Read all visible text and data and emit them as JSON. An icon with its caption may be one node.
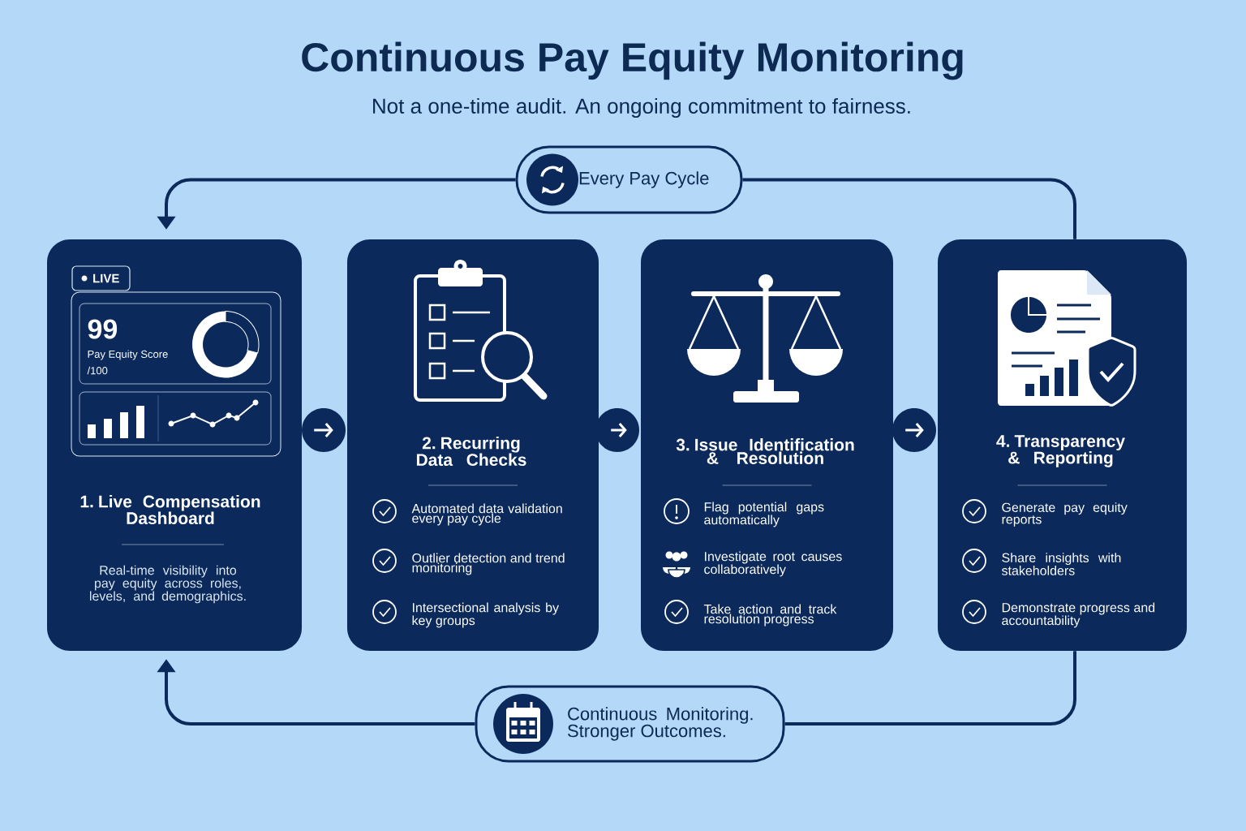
{
  "diagram": {
    "title": "Continuous Pay Equity Monitoring",
    "nodes": [
      {
        "text": [
          "Every Pay Cycle"
        ]
      },
      {
        "text": [
          "1. Live Compensation Dashboard",
          "Real-time visibility into pay equity across roles, levels, and demographics."
        ]
      },
      {
        "text": [
          "LIVE"
        ],
        "in": 1
      },
      {
        "text": [
          "99",
          "Pay Equity Score",
          "/100"
        ],
        "in": 1
      },
      {
        "text": [
          "2. Recurring Data Checks",
          "Automated data validation every pay cycle",
          "Outlier detection and trend monitoring",
          "Intersectional analysis by key groups"
        ]
      },
      {
        "text": [
          "3. Issue Identification & Resolution",
          "Flag potential gaps automatically",
          "Investigate root causes collaboratively",
          "Take action and track resolution progress"
        ]
      },
      {
        "text": [
          "4. Transparency & Reporting",
          "Generate pay equity reports",
          "Share insights with stakeholders",
          "Demonstrate progress and accountability"
        ]
      },
      {
        "text": [
          "Continuous Monitoring. Stronger Outcomes."
        ]
      }
    ],
    "edges": [
      {
        "from": 1,
        "to": 4,
        "arrow": "to",
        "color": "#ffffff"
      },
      {
        "from": 4,
        "to": 5,
        "arrow": "to",
        "color": "#ffffff"
      },
      {
        "from": 5,
        "to": 6,
        "arrow": "to",
        "color": "#ffffff"
      },
      {
        "from": 6,
        "to": 0,
        "arrow": "none"
      },
      {
        "from": 0,
        "to": 1,
        "arrow": "to"
      },
      {
        "from": 6,
        "to": 7,
        "arrow": "none"
      },
      {
        "from": 7,
        "to": 1,
        "arrow": "to"
      }
    ],
    "labels": [
      "Not a one-time audit. An ongoing commitment to fairness."
    ]
  }
}
